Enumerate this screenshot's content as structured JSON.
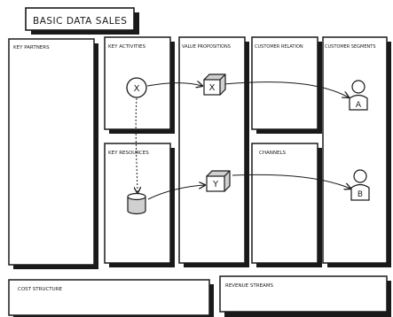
{
  "title": "BASIC DATA SALES",
  "sections": {
    "key_partners": "KEY PARTNERS",
    "key_activities": "KEY ACTIVITIES",
    "value_propositions": "VALUE PROPOSITIONS",
    "customer_relations": "CUSTOMER RELATION",
    "customer_segments": "CUSTOMER SEGMENTS",
    "key_resources": "KEY RESOURCES",
    "channels": "CHANNELS",
    "cost_structure": "COST STRUCTURE",
    "revenue_streams": "REVENUE STREAMS"
  },
  "nodes": {
    "activity_circle": "X",
    "value_box_top": "X",
    "value_box_bottom": "Y",
    "customer_a": "A",
    "customer_b": "B"
  },
  "colors": {
    "ink": "#1a1a1a",
    "box_fill": "#ffffff",
    "shade": "#d0d0d0"
  }
}
